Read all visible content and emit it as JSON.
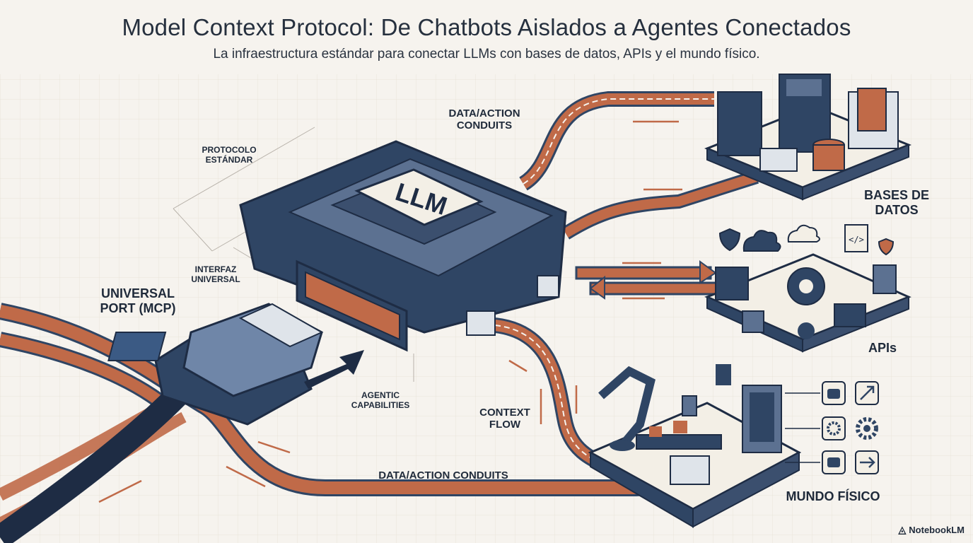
{
  "header": {
    "title": "Model Context Protocol: De Chatbots Aislados a Agentes Conectados",
    "subtitle": "La infraestructura estándar para conectar LLMs con bases de datos, APIs y el mundo físico."
  },
  "chip": {
    "label": "LLM"
  },
  "labels": {
    "protocolo_line1": "PROTOCOLO",
    "protocolo_line2": "ESTÁNDAR",
    "conduits_top_line1": "DATA/ACTION",
    "conduits_top_line2": "CONDUITS",
    "interfaz_line1": "INTERFAZ",
    "interfaz_line2": "UNIVERSAL",
    "port_line1": "UNIVERSAL",
    "port_line2": "PORT (MCP)",
    "agentic_line1": "AGENTIC",
    "agentic_line2": "CAPABILITIES",
    "context_line1": "CONTEXT",
    "context_line2": "FLOW",
    "conduits_bottom": "DATA/ACTION CONDUITS",
    "bases_line1": "BASES DE",
    "bases_line2": "DATOS",
    "apis": "APIs",
    "mundo": "MUNDO FÍSICO"
  },
  "icons": {
    "brand": "notebooklm-logo-icon",
    "robot": "robot-icon",
    "expand": "expand-arrow-icon",
    "gear": "gear-icon",
    "arrow": "arrow-right-icon",
    "cloud": "cloud-icon",
    "shield": "shield-icon",
    "code": "code-icon"
  },
  "colors": {
    "navy": "#2f4564",
    "copper": "#c06a48",
    "cream": "#f6f3ee",
    "slate": "#5c7191"
  },
  "footer": {
    "brand": "NotebookLM"
  }
}
